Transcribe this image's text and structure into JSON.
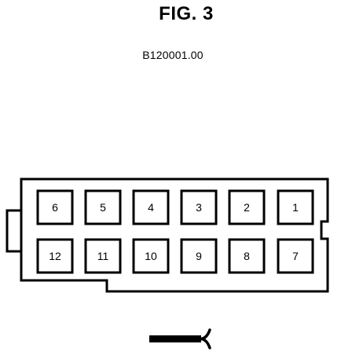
{
  "figure": {
    "title": "FIG. 3",
    "reference_code": "B120001.00"
  },
  "connector": {
    "top_row_pins": [
      "6",
      "5",
      "4",
      "3",
      "2",
      "1"
    ],
    "bottom_row_pins": [
      "12",
      "11",
      "10",
      "9",
      "8",
      "7"
    ]
  },
  "icons": {
    "wire_harness": "wire-harness-icon"
  },
  "colors": {
    "ink": "#000000",
    "paper": "#ffffff"
  }
}
